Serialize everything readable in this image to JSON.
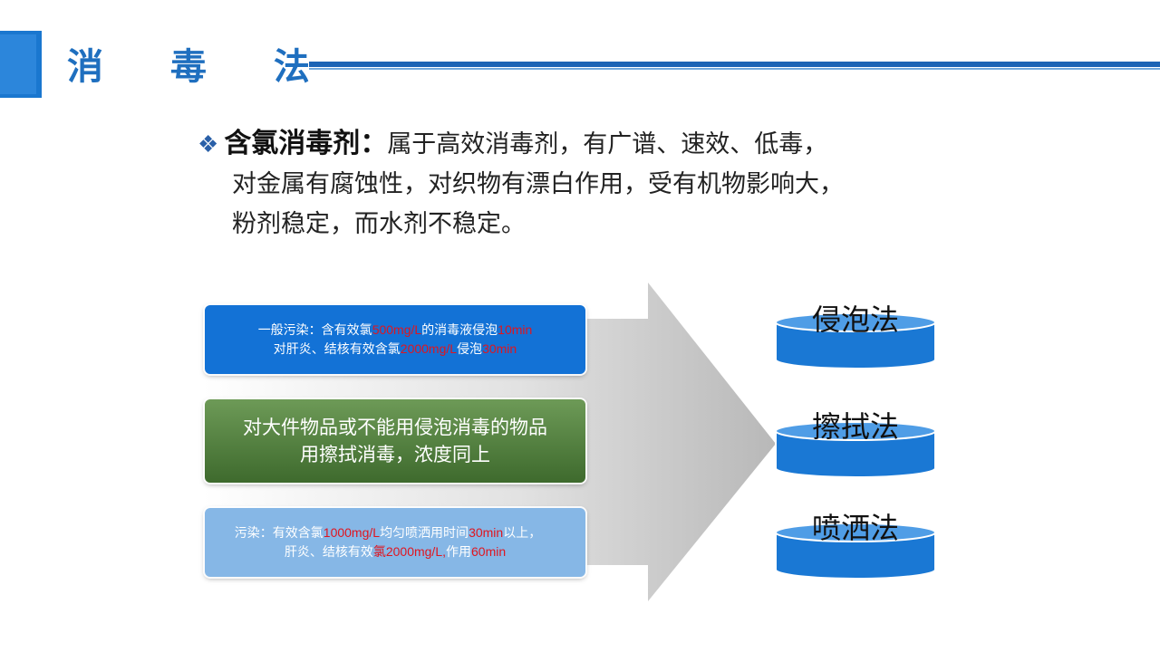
{
  "slide": {
    "title": "消 毒 法"
  },
  "bullet": {
    "icon": "diamond-bullet-icon",
    "term": "含氯消毒剂",
    "colon": "：",
    "line1_text": "属于高效消毒剂，有广谱、速效、低毒，",
    "line2_text": "对金属有腐蚀性，对织物有漂白作用，受有机物影响大，",
    "line3_text": "粉剂稳定，而水剂不稳定。"
  },
  "methods": [
    {
      "name": "侵泡法",
      "desc_parts": [
        [
          "一般污染：含有效氯",
          "500mg/L",
          "的消毒液侵泡",
          "10min"
        ],
        [
          "对肝炎、结核有效含氯",
          "2000mg/L",
          "侵泡",
          "30min"
        ]
      ]
    },
    {
      "name": "擦拭法",
      "desc_lines": [
        "对大件物品或不能用侵泡消毒的物品",
        "用擦拭消毒，浓度同上"
      ]
    },
    {
      "name": "喷洒法",
      "desc_parts": [
        [
          "污染：有效含氯",
          "1000mg/L",
          "均匀喷洒用时间",
          "30min",
          "以上，"
        ],
        [
          "肝炎、结核有效",
          "氯",
          "2000mg/L,",
          "作用",
          "60min"
        ]
      ]
    }
  ],
  "colors": {
    "accent": "#1a77cf",
    "highlight_red": "#e0151f",
    "box1": "#1372d6",
    "box2": "#4f7d3c",
    "box3": "#86b7e6",
    "cylinder": "#1a78d4"
  }
}
